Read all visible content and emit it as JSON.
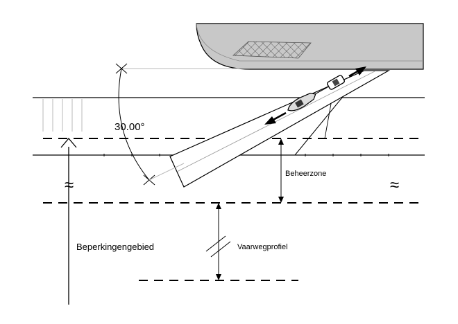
{
  "labels": {
    "angle": "30.00°",
    "beheerzone": "Beheerzone",
    "beperkingengebied": "Beperkingengebied",
    "vaarwegprofiel": "Vaarwegprofiel"
  },
  "icons": {
    "water_left": "≈",
    "water_right": "≈"
  },
  "colors": {
    "line": "#000000",
    "fill": "#c8c8c8",
    "hatch": "#555555",
    "faint": "#b8b8b8",
    "background": "#ffffff"
  }
}
